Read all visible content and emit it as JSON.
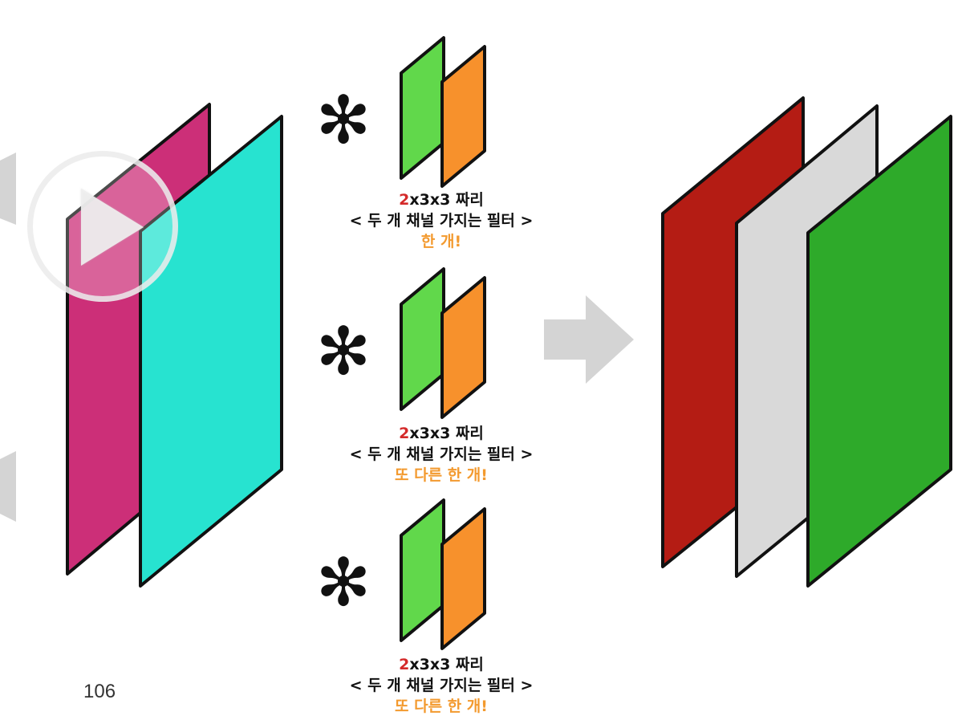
{
  "colors": {
    "input_channel_1": "#cc2f78",
    "input_channel_2": "#27e3d0",
    "filter_channel_1": "#61d84b",
    "filter_channel_2": "#f7912c",
    "output_channel_1": "#b41c14",
    "output_channel_2": "#d9d9d9",
    "output_channel_3": "#2eaa2a",
    "arrow": "#d4d4d4",
    "caption_number": "#d42a2a",
    "caption_count": "#f39a2f"
  },
  "operator_symbol": "✻",
  "filters": [
    {
      "size_number": "2",
      "size_rest": "x3x3 짜리",
      "description": "< 두 개 채널 가지는 필터 >",
      "count_text": "한 개!"
    },
    {
      "size_number": "2",
      "size_rest": "x3x3 짜리",
      "description": "< 두 개 채널 가지는 필터 >",
      "count_text": "또 다른 한 개!"
    },
    {
      "size_number": "2",
      "size_rest": "x3x3 짜리",
      "description": "< 두 개 채널 가지는 필터 >",
      "count_text": "또 다른 한 개!"
    }
  ],
  "page_number": "106",
  "icons": {
    "play": "play-icon",
    "arrow": "right-arrow-icon"
  }
}
